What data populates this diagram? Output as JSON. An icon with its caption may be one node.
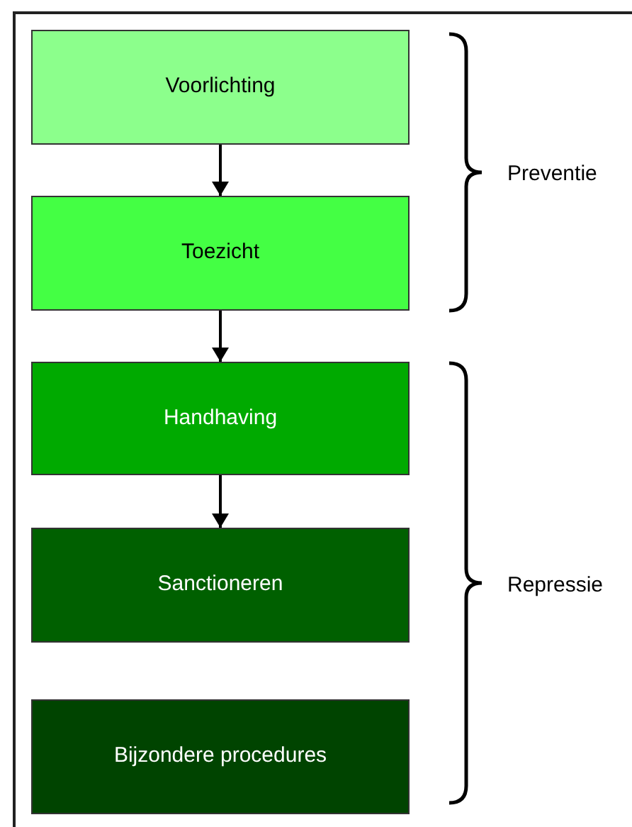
{
  "diagram": {
    "nodes": [
      {
        "text": [
          "Voorlichting"
        ]
      },
      {
        "text": [
          "Toezicht"
        ]
      },
      {
        "text": [
          "Handhaving"
        ]
      },
      {
        "text": [
          "Sanctioneren"
        ]
      },
      {
        "text": [
          "Bijzondere procedures"
        ]
      }
    ],
    "edges": [
      {
        "from": 0,
        "to": 1,
        "arrow": "to"
      },
      {
        "from": 1,
        "to": 2,
        "arrow": "to"
      },
      {
        "from": 2,
        "to": 3,
        "arrow": "to"
      }
    ],
    "labels": [
      "Preventie",
      "Repressie"
    ]
  }
}
